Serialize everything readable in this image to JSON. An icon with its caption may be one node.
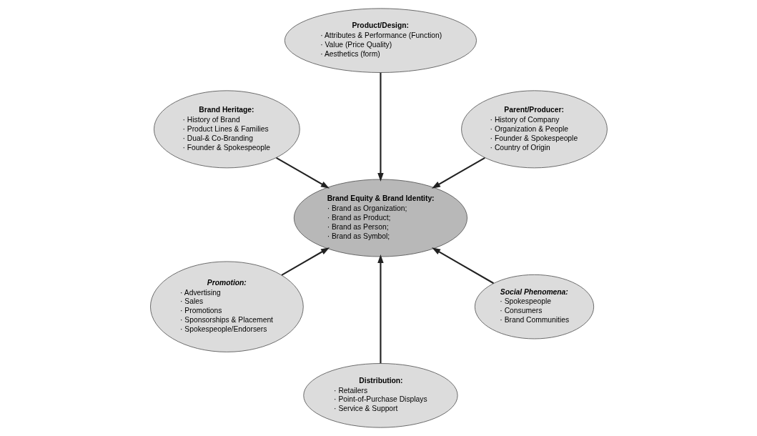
{
  "diagram": {
    "nodes": [
      {
        "text": [
          "Parent/Producer:",
          "· History of Company",
          "· Organization & People",
          "· Founder & Spokespeople",
          "· Country of Origin"
        ]
      },
      {
        "text": [
          "Product/Design:",
          "· Attributes & Performance (Function)",
          "· Value (Price Quality)",
          "· Aesthetics (form)"
        ]
      },
      {
        "text": [
          "Brand Heritage:",
          "· History of Brand",
          "· Product Lines & Families",
          "· Dual-& Co-Branding",
          "· Founder & Spokespeople"
        ]
      },
      {
        "text": [
          "Brand Equity & Brand Identity:",
          "· Brand as Organization;",
          "· Brand as Product;",
          "· Brand as Person;",
          "· Brand as Symbol;"
        ]
      },
      {
        "text": [
          "Promotion:",
          "· Advertising",
          "· Sales",
          "· Promotions",
          "· Sponsorships & Placement",
          "· Spokespeople/Endorsers"
        ]
      },
      {
        "text": [
          "Distribution:",
          "· Retailers",
          "· Point-of-Purchase Displays",
          "· Service & Support"
        ]
      },
      {
        "text": [
          "Social Phenomena:",
          "· Spokespeople",
          "· Consumers",
          "· Brand Communities"
        ]
      }
    ],
    "edges": [
      {
        "from": 2,
        "to": 3,
        "arrow": "to"
      },
      {
        "from": 0,
        "to": 3,
        "arrow": "to"
      },
      {
        "from": 1,
        "to": 3,
        "arrow": "to"
      },
      {
        "from": 4,
        "to": 3,
        "arrow": "to"
      },
      {
        "from": 6,
        "to": 3,
        "arrow": "to"
      },
      {
        "from": 5,
        "to": 3,
        "arrow": "to"
      }
    ]
  }
}
